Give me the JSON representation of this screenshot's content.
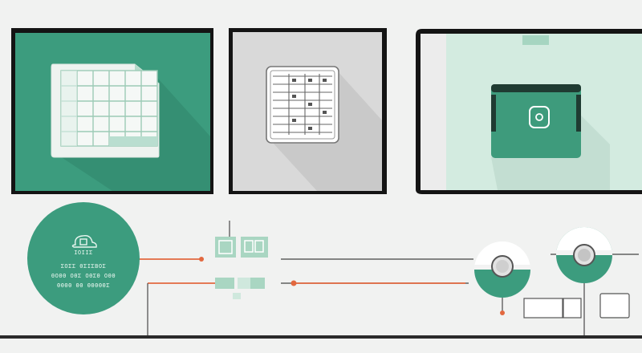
{
  "colors": {
    "accent": "#3c9c7e",
    "accent_light": "#cfe8dd",
    "frame": "#141414",
    "connector": "#e2683f",
    "background": "#f1f2f1"
  },
  "panels": [
    {
      "name": "spreadsheet-panel",
      "icon": "spreadsheet-icon"
    },
    {
      "name": "document-panel",
      "icon": "document-list-icon"
    },
    {
      "name": "storage-panel",
      "icon": "storage-box-icon"
    }
  ],
  "circle_label": {
    "line1": "ΙΟΙΙΣ",
    "line2": "ΣΟΣΣ ΘΣΙΣΒΟΣ",
    "line3": "ΘΟΘΘ ΟΘΣ ΟΘΣΘ ΟΘΘ",
    "line4": "ΘΘΘΘ ΘΘ ΘΘΘΘΘΣ"
  }
}
